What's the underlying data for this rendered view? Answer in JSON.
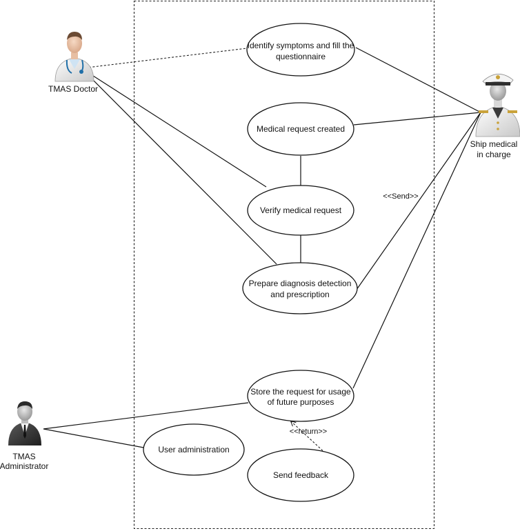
{
  "use_cases": {
    "identify": [
      "Identify symptoms and fill the",
      "questionnaire"
    ],
    "created": [
      "Medical request created"
    ],
    "verify": [
      "Verify medical request"
    ],
    "prepare": [
      "Prepare diagnosis detection",
      "and prescription"
    ],
    "store": [
      "Store the request for usage",
      "of future purposes"
    ],
    "user_admin": [
      "User administration"
    ],
    "feedback": [
      "Send feedback"
    ]
  },
  "actors": {
    "doctor": [
      "TMAS Doctor"
    ],
    "ship": [
      "Ship medical",
      "in charge"
    ],
    "admin": [
      "TMAS",
      "Administrator"
    ]
  },
  "stereotypes": {
    "send": "<<Send>>",
    "return": "<<return>>"
  },
  "colors": {
    "line": "#111111",
    "doctor_coat": "#f2f2f2",
    "stethoscope": "#1f6fa8",
    "ship_uniform": "#e8e8e8",
    "admin_suit": "#3a3a3a"
  }
}
